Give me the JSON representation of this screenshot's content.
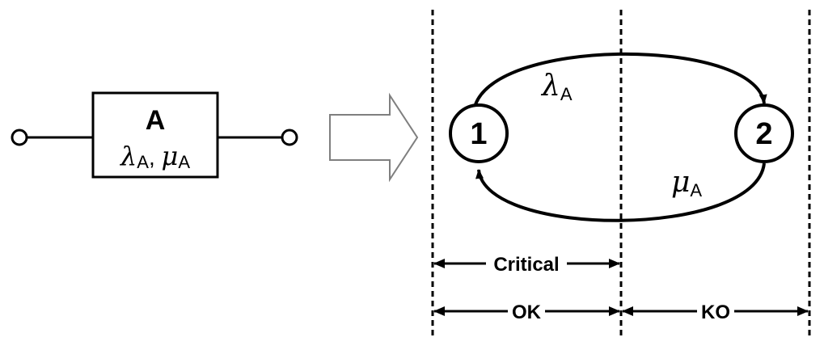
{
  "component": {
    "name": "A",
    "params": {
      "lambda": "λ",
      "lambda_sub": "A",
      "separator": ",",
      "mu": "μ",
      "mu_sub": "A"
    }
  },
  "markov": {
    "states": [
      {
        "id": "1"
      },
      {
        "id": "2"
      }
    ],
    "transitions": {
      "forward": {
        "symbol": "λ",
        "sub": "A"
      },
      "backward": {
        "symbol": "μ",
        "sub": "A"
      }
    }
  },
  "regions": {
    "critical": "Critical",
    "ok": "OK",
    "ko": "KO"
  },
  "colors": {
    "stroke": "#000000",
    "background": "#ffffff",
    "arrow_outline": "#7f7f7f"
  }
}
